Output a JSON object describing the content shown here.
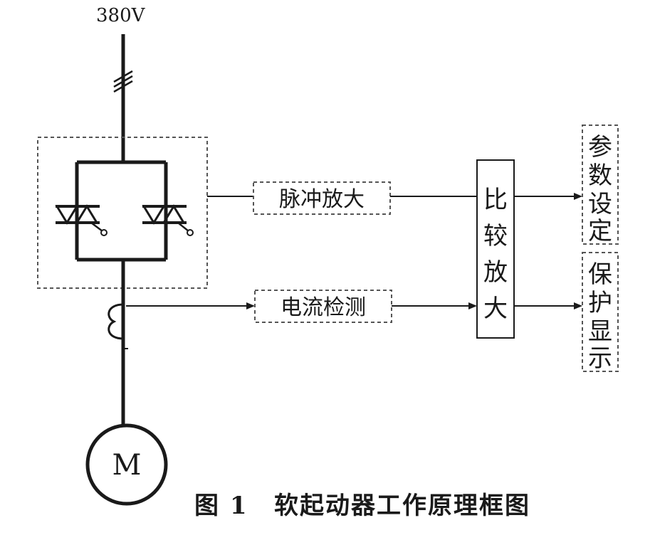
{
  "supply_label": "380V",
  "blocks": {
    "pulse_amp": "脉冲放大",
    "current_detect": "电流检测",
    "compare_amp": [
      "比",
      "较",
      "放",
      "大"
    ],
    "param_set": [
      "参",
      "数",
      "设",
      "定"
    ],
    "protect_display": [
      "保",
      "护",
      "显",
      "示"
    ]
  },
  "motor_label": "M",
  "caption": {
    "figure_no": "图 1",
    "title": "软起动器工作原理框图"
  },
  "colors": {
    "ink": "#1a1a1a",
    "background": "#ffffff"
  }
}
